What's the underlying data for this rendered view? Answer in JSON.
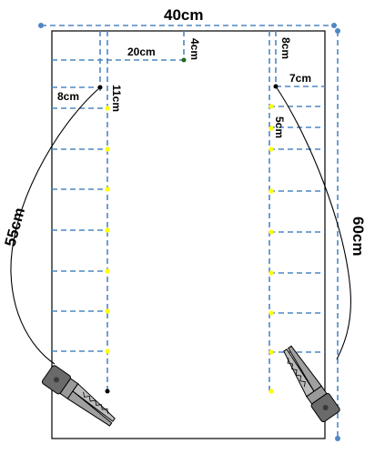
{
  "labels": {
    "width_total": "40cm",
    "height_total": "60cm",
    "center_offset": "20cm",
    "top_offset_small": "4cm",
    "top_offset_right": "8cm",
    "left_offset": "8cm",
    "left_drop": "11cm",
    "right_offset": "7cm",
    "right_spacing": "5cm",
    "wire_length": "55cm"
  },
  "colors": {
    "dimension_line": "#4f87c4",
    "point_marker": "#ffff00",
    "outline": "#000000"
  },
  "icons": {
    "clip": "alligator-clip-icon"
  }
}
